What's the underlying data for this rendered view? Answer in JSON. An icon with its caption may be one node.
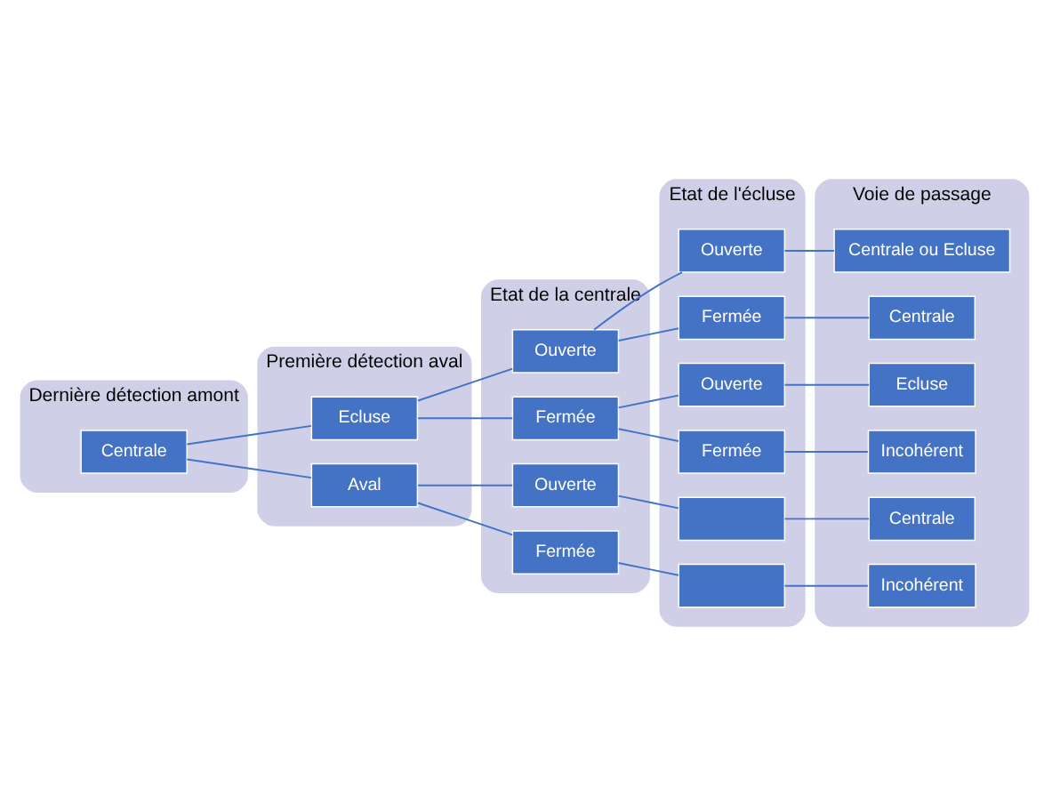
{
  "diagram": {
    "nodes": [
      {
        "text": [
          "Dernière détection amont"
        ]
      },
      {
        "text": [
          "Première détection aval"
        ]
      },
      {
        "text": [
          "Etat de la centrale"
        ]
      },
      {
        "text": [
          "Etat de l'écluse"
        ]
      },
      {
        "text": [
          "Voie de passage"
        ]
      },
      {
        "text": [
          "Centrale"
        ],
        "in": 0
      },
      {
        "text": [
          "Ecluse"
        ],
        "in": 1
      },
      {
        "text": [
          "Aval"
        ],
        "in": 1
      },
      {
        "text": [
          "Ouverte"
        ],
        "in": 2
      },
      {
        "text": [
          "Fermée"
        ],
        "in": 2
      },
      {
        "text": [
          "Ouverte"
        ],
        "in": 2
      },
      {
        "text": [
          "Fermée"
        ],
        "in": 2
      },
      {
        "text": [
          "Ouverte"
        ],
        "in": 3
      },
      {
        "text": [
          "Fermée"
        ],
        "in": 3
      },
      {
        "text": [
          "Ouverte"
        ],
        "in": 3
      },
      {
        "text": [
          "Fermée"
        ],
        "in": 3
      },
      {
        "text": [],
        "shape": "box",
        "in": 3
      },
      {
        "text": [],
        "shape": "box",
        "in": 3
      },
      {
        "text": [
          "Centrale ou Ecluse"
        ],
        "in": 4
      },
      {
        "text": [
          "Centrale"
        ],
        "in": 4
      },
      {
        "text": [
          "Ecluse"
        ],
        "in": 4
      },
      {
        "text": [
          "Incohérent"
        ],
        "in": 4
      },
      {
        "text": [
          "Centrale"
        ],
        "in": 4
      },
      {
        "text": [
          "Incohérent"
        ],
        "in": 4
      }
    ],
    "edges": [
      {
        "from": 5,
        "to": 6,
        "arrow": "none"
      },
      {
        "from": 5,
        "to": 7,
        "arrow": "none"
      },
      {
        "from": 6,
        "to": 8,
        "arrow": "none"
      },
      {
        "from": 6,
        "to": 9,
        "arrow": "none"
      },
      {
        "from": 7,
        "to": 10,
        "arrow": "none"
      },
      {
        "from": 7,
        "to": 11,
        "arrow": "none"
      },
      {
        "from": 8,
        "to": 12,
        "arrow": "none"
      },
      {
        "from": 8,
        "to": 13,
        "arrow": "none"
      },
      {
        "from": 9,
        "to": 14,
        "arrow": "none"
      },
      {
        "from": 9,
        "to": 15,
        "arrow": "none"
      },
      {
        "from": 10,
        "to": 16,
        "arrow": "none"
      },
      {
        "from": 11,
        "to": 17,
        "arrow": "none"
      },
      {
        "from": 12,
        "to": 18,
        "arrow": "none"
      },
      {
        "from": 13,
        "to": 19,
        "arrow": "none"
      },
      {
        "from": 14,
        "to": 20,
        "arrow": "none"
      },
      {
        "from": 15,
        "to": 21,
        "arrow": "none"
      },
      {
        "from": 16,
        "to": 22,
        "arrow": "none"
      },
      {
        "from": 17,
        "to": 23,
        "arrow": "none"
      }
    ]
  }
}
